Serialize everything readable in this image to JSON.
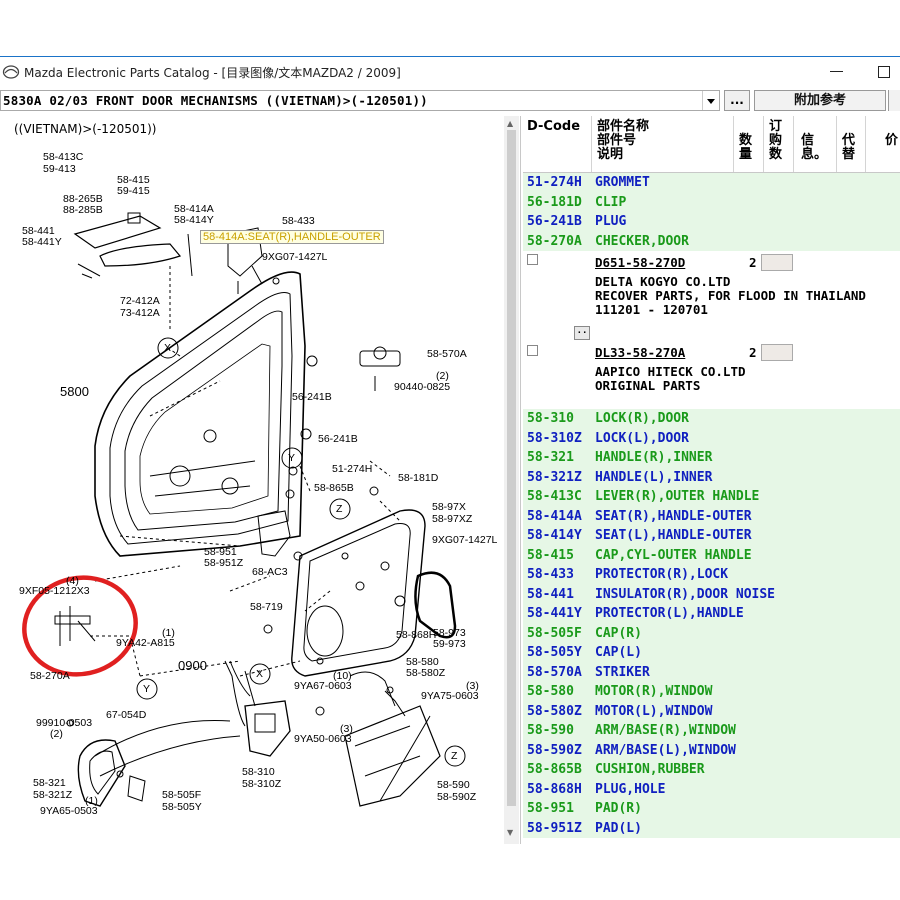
{
  "window": {
    "title": "Mazda Electronic Parts Catalog - [目录图像/文本MAZDA2 / 2009]"
  },
  "toolbar": {
    "section_value": "5830A 02/03 FRONT DOOR MECHANISMS ((VIETNAM)>(-120501))",
    "dots_label": "...",
    "extra_label": "附加参考"
  },
  "diagram": {
    "title": "((VIETNAM)>(-120501))",
    "tooltip": "58-414A:SEAT(R),HANDLE-OUTER",
    "labels": {
      "l1": "58-413C",
      "l2": "59-413",
      "l3": "58-415",
      "l4": "59-415",
      "l5": "88-265B",
      "l6": "88-285B",
      "l7": "58-414A",
      "l8": "58-414Y",
      "l9": "58-441",
      "l10": "58-441Y",
      "l11": "58-433",
      "l12": "9XG07-1427L",
      "l13": "72-412A",
      "l14": "73-412A",
      "l15": "X",
      "l16": "58-570A",
      "l17": "(2)",
      "l18": "90440-0825",
      "l19": "5800",
      "l20": "56-241B",
      "l21": "56-241B",
      "l22": "Y",
      "l23": "51-274H",
      "l24": "58-865B",
      "l25": "58-181D",
      "l26": "Z",
      "l27": "58-97X",
      "l28": "58-97XZ",
      "l29": "9XG07-1427L",
      "l30": "58-951",
      "l31": "58-951Z",
      "l32": "68-AC3",
      "l33": "9XF05-1212X3",
      "l34": "(4)",
      "l35": "58-719",
      "l36": "58-868H",
      "l37": "58-973",
      "l38": "59-973",
      "l39": "(1)",
      "l40": "9YA42-A815",
      "l41": "58-270A",
      "l42": "0900",
      "l43": "58-580",
      "l44": "58-580Z",
      "l45": "(10)",
      "l46": "9YA67-0603",
      "l47": "(3)",
      "l48": "9YA75-0603",
      "l49": "X",
      "l50": "Y",
      "l51": "67-054D",
      "l52": "(3)",
      "l53": "9YA50-0603",
      "l54": "99910-0503",
      "l55": "(2)",
      "l56": "58-321",
      "l57": "58-321Z",
      "l58": "(1)",
      "l59": "9YA65-0503",
      "l60": "58-310",
      "l61": "58-310Z",
      "l62": "58-505F",
      "l63": "58-505Y",
      "l64": "Z",
      "l65": "58-590",
      "l66": "58-590Z"
    }
  },
  "parts_table": {
    "headers": {
      "dcode": "D-Code",
      "name_line1": "部件名称",
      "name_line2": "部件号",
      "name_line3": "说明",
      "qty": "数量",
      "order": "订购数",
      "info": "信息。",
      "replace": "代替",
      "price": "价"
    },
    "rows_top": [
      {
        "code": "51-274H",
        "name": "GROMMET",
        "color": "blue"
      },
      {
        "code": "56-181D",
        "name": "CLIP",
        "color": "green"
      },
      {
        "code": "56-241B",
        "name": "PLUG",
        "color": "blue"
      },
      {
        "code": "58-270A",
        "name": "CHECKER,DOOR",
        "color": "green"
      }
    ],
    "details": [
      {
        "part_no": "D651-58-270D",
        "qty": "2",
        "lines": [
          "DELTA KOGYO CO.LTD",
          "RECOVER PARTS, FOR FLOOD IN THAILAND",
          "111201  - 120701"
        ]
      },
      {
        "part_no": "DL33-58-270A",
        "qty": "2",
        "lines": [
          "AAPICO HITECK CO.LTD",
          "ORIGINAL PARTS"
        ]
      }
    ],
    "more_button": "..",
    "rows_bottom": [
      {
        "code": "58-310",
        "name": "LOCK(R),DOOR",
        "color": "green"
      },
      {
        "code": "58-310Z",
        "name": "LOCK(L),DOOR",
        "color": "blue"
      },
      {
        "code": "58-321",
        "name": "HANDLE(R),INNER",
        "color": "green"
      },
      {
        "code": "58-321Z",
        "name": "HANDLE(L),INNER",
        "color": "blue"
      },
      {
        "code": "58-413C",
        "name": "LEVER(R),OUTER HANDLE",
        "color": "green"
      },
      {
        "code": "58-414A",
        "name": "SEAT(R),HANDLE-OUTER",
        "color": "blue"
      },
      {
        "code": "58-414Y",
        "name": "SEAT(L),HANDLE-OUTER",
        "color": "blue"
      },
      {
        "code": "58-415",
        "name": "CAP,CYL-OUTER HANDLE",
        "color": "green"
      },
      {
        "code": "58-433",
        "name": "PROTECTOR(R),LOCK",
        "color": "blue"
      },
      {
        "code": "58-441",
        "name": "INSULATOR(R),DOOR NOISE",
        "color": "blue"
      },
      {
        "code": "58-441Y",
        "name": "PROTECTOR(L),HANDLE",
        "color": "blue"
      },
      {
        "code": "58-505F",
        "name": "CAP(R)",
        "color": "green"
      },
      {
        "code": "58-505Y",
        "name": "CAP(L)",
        "color": "blue"
      },
      {
        "code": "58-570A",
        "name": "STRIKER",
        "color": "blue"
      },
      {
        "code": "58-580",
        "name": "MOTOR(R),WINDOW",
        "color": "green"
      },
      {
        "code": "58-580Z",
        "name": "MOTOR(L),WINDOW",
        "color": "blue"
      },
      {
        "code": "58-590",
        "name": "ARM/BASE(R),WINDOW",
        "color": "green"
      },
      {
        "code": "58-590Z",
        "name": "ARM/BASE(L),WINDOW",
        "color": "blue"
      },
      {
        "code": "58-865B",
        "name": "CUSHION,RUBBER",
        "color": "green"
      },
      {
        "code": "58-868H",
        "name": "PLUG,HOLE",
        "color": "blue"
      },
      {
        "code": "58-951",
        "name": "PAD(R)",
        "color": "green"
      },
      {
        "code": "58-951Z",
        "name": "PAD(L)",
        "color": "blue"
      }
    ]
  },
  "colors": {
    "green_text": "#1a9a1a",
    "blue_text": "#1020c0",
    "green_row_bg": "#e6f7e6",
    "highlight_circle": "#e02020"
  }
}
